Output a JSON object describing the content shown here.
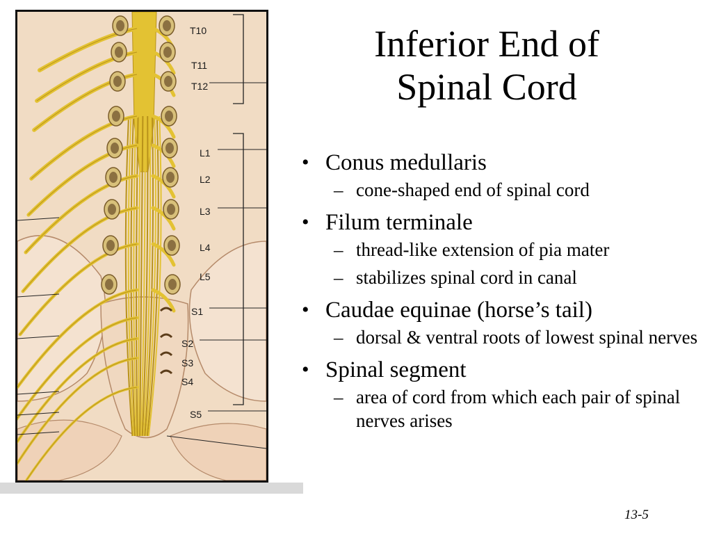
{
  "slide": {
    "title_line1": "Inferior End of",
    "title_line2": "Spinal Cord",
    "slide_number": "13-5"
  },
  "figure": {
    "segment_labels": [
      "T10",
      "T11",
      "T12",
      "L1",
      "L2",
      "L3",
      "L4",
      "L5",
      "S1",
      "S2",
      "S3",
      "S4",
      "S5"
    ],
    "colors": {
      "nerve": "#e3c233",
      "nerve_dark": "#b8921a",
      "skin": "#f1dcc4",
      "bone": "#f4e2d0"
    }
  },
  "bullets": [
    {
      "text": "Conus medullaris",
      "subs": [
        "cone-shaped end of spinal cord"
      ]
    },
    {
      "text": "Filum terminale",
      "subs": [
        "thread-like extension of pia mater",
        "stabilizes spinal cord in canal"
      ]
    },
    {
      "text": "Caudae equinae (horse’s tail)",
      "subs": [
        "dorsal & ventral roots of lowest spinal nerves"
      ]
    },
    {
      "text": "Spinal segment",
      "subs": [
        "area of cord from which each pair of spinal nerves arises"
      ]
    }
  ]
}
